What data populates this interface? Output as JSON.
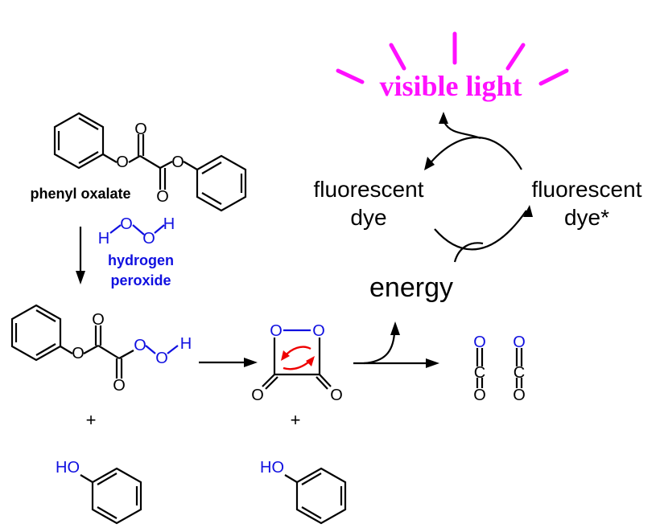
{
  "colors": {
    "ink": "#000000",
    "oxygen_blue": "#1010e0",
    "light_magenta": "#ff10ff",
    "arrow_red": "#ee0000"
  },
  "labels": {
    "visible_light": "visible light",
    "fluorescent_dye_left_line1": "fluorescent",
    "fluorescent_dye_left_line2": "dye",
    "fluorescent_dye_right_line1": "fluorescent",
    "fluorescent_dye_right_line2": "dye*",
    "energy": "energy",
    "phenyl_oxalate": "phenyl oxalate",
    "hydrogen_peroxide_line1": "hydrogen",
    "hydrogen_peroxide_line2": "peroxide",
    "plus": "+"
  },
  "atoms": {
    "O": "O",
    "H": "H",
    "HO": "HO"
  }
}
